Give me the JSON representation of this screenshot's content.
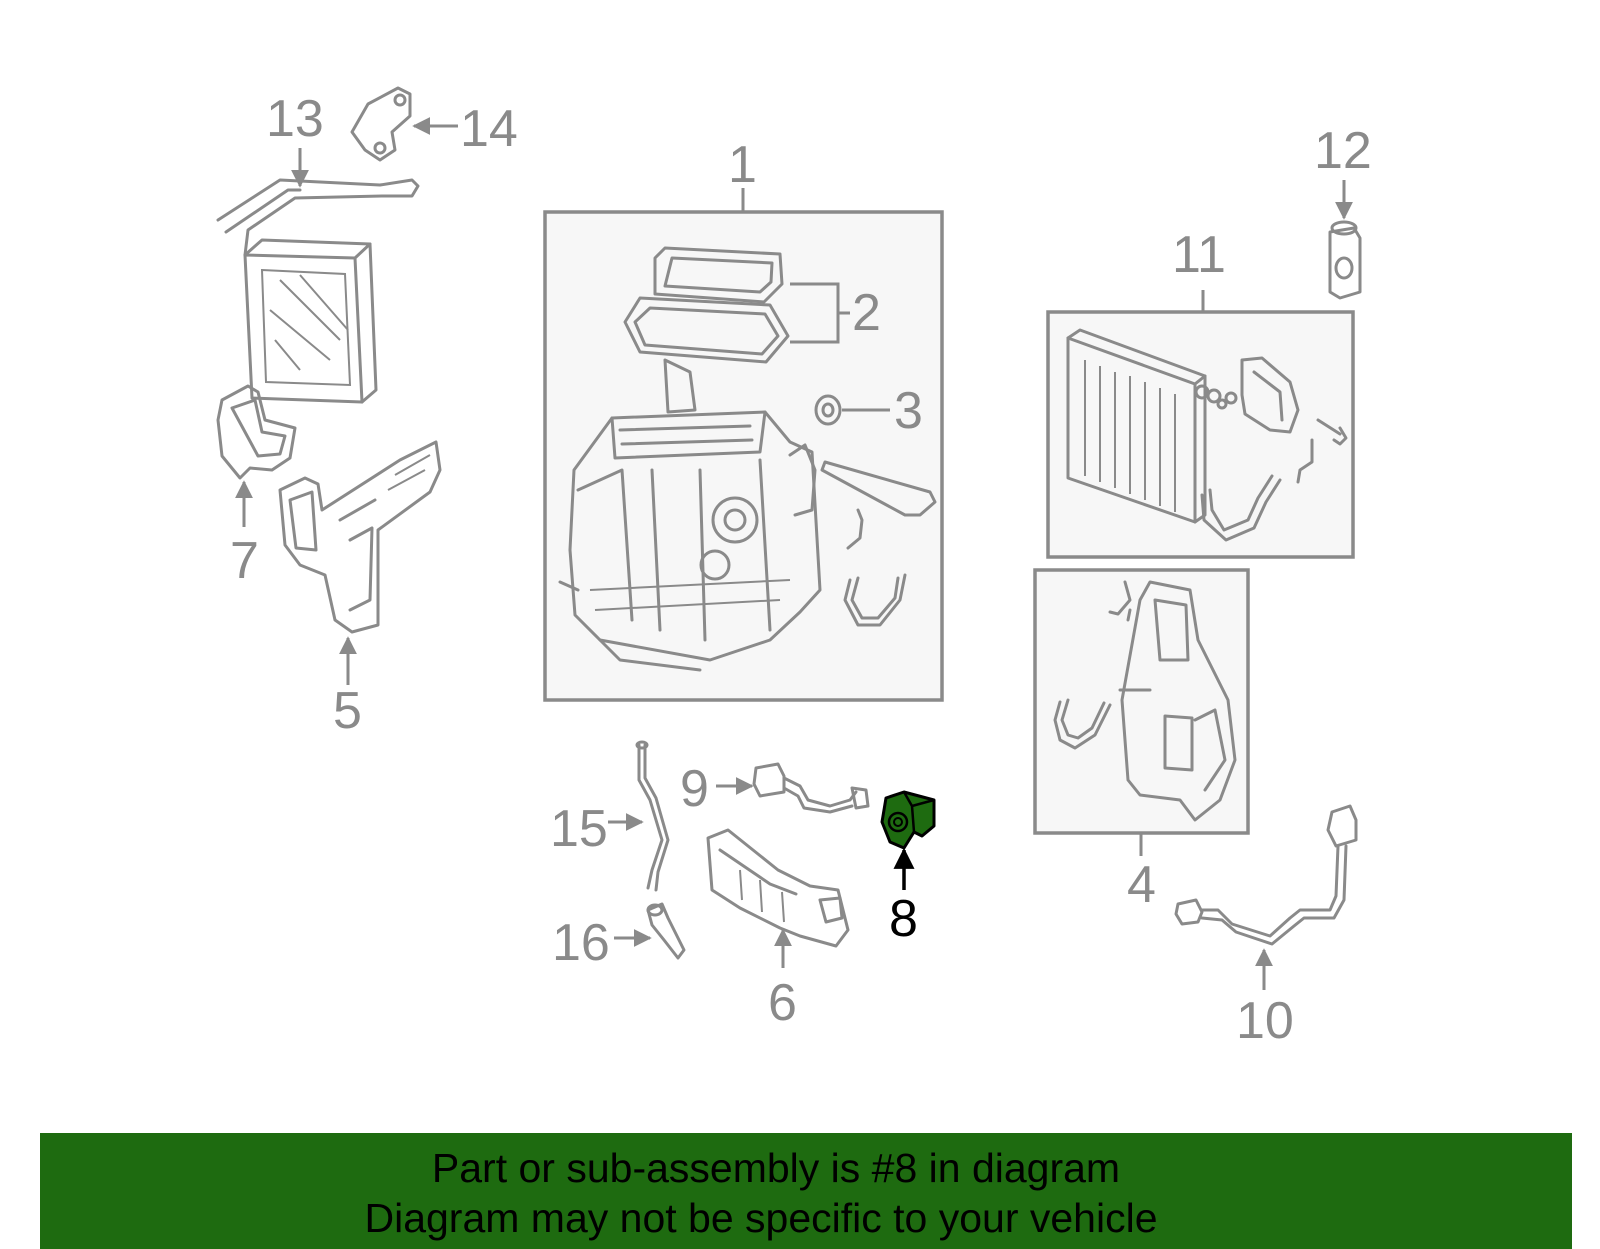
{
  "diagram": {
    "callouts": [
      "1",
      "2",
      "3",
      "4",
      "5",
      "6",
      "7",
      "8",
      "9",
      "10",
      "11",
      "12",
      "13",
      "14",
      "15",
      "16"
    ],
    "highlighted_part": "8",
    "colors": {
      "part_line": "#8a8a8a",
      "highlight_fill": "#1e6b10",
      "banner_bg": "#1e6b10",
      "box_fill": "#f7f7f7"
    }
  },
  "banner": {
    "line1": "Part or sub-assembly is #8 in diagram",
    "line2": "Diagram may not be specific to your vehicle"
  }
}
